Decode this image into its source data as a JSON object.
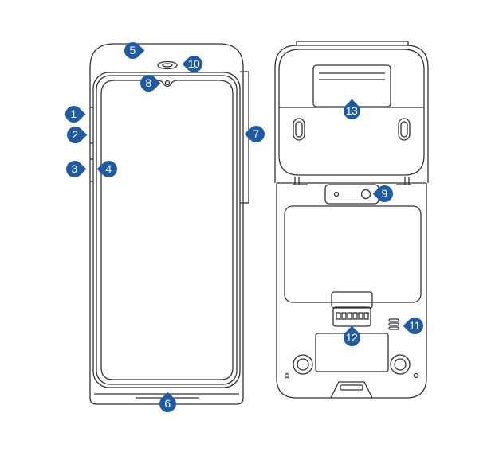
{
  "diagram": {
    "accent_color": "#1f5aa6",
    "line_color": "#333333",
    "callouts": [
      "1",
      "2",
      "3",
      "4",
      "5",
      "6",
      "7",
      "8",
      "9",
      "10",
      "11",
      "12",
      "13"
    ]
  }
}
